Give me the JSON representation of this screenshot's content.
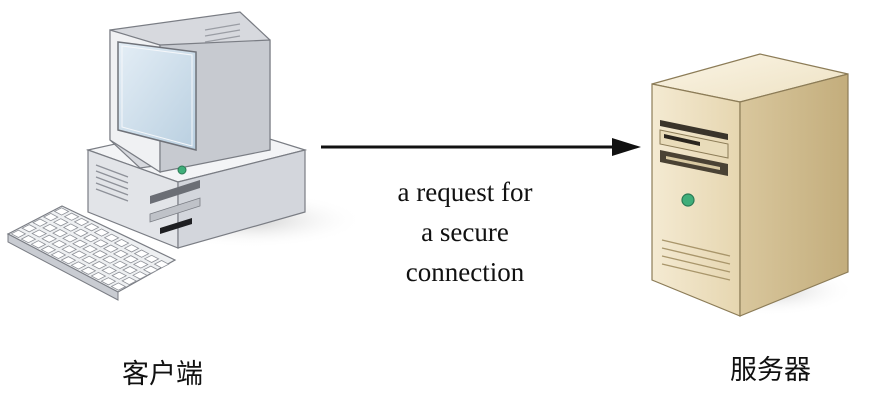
{
  "client": {
    "label": "客户端",
    "icon": "desktop-computer-icon"
  },
  "server": {
    "label": "服务器",
    "icon": "tower-server-icon"
  },
  "arrow": {
    "direction": "client-to-server",
    "message_lines": [
      "a request for",
      "a secure",
      "connection"
    ]
  },
  "colors": {
    "ink": "#111111",
    "server_body": "#efe4c8",
    "client_body": "#ecedf0",
    "screen": "#cfe0ec",
    "led": "#3fae7a"
  }
}
